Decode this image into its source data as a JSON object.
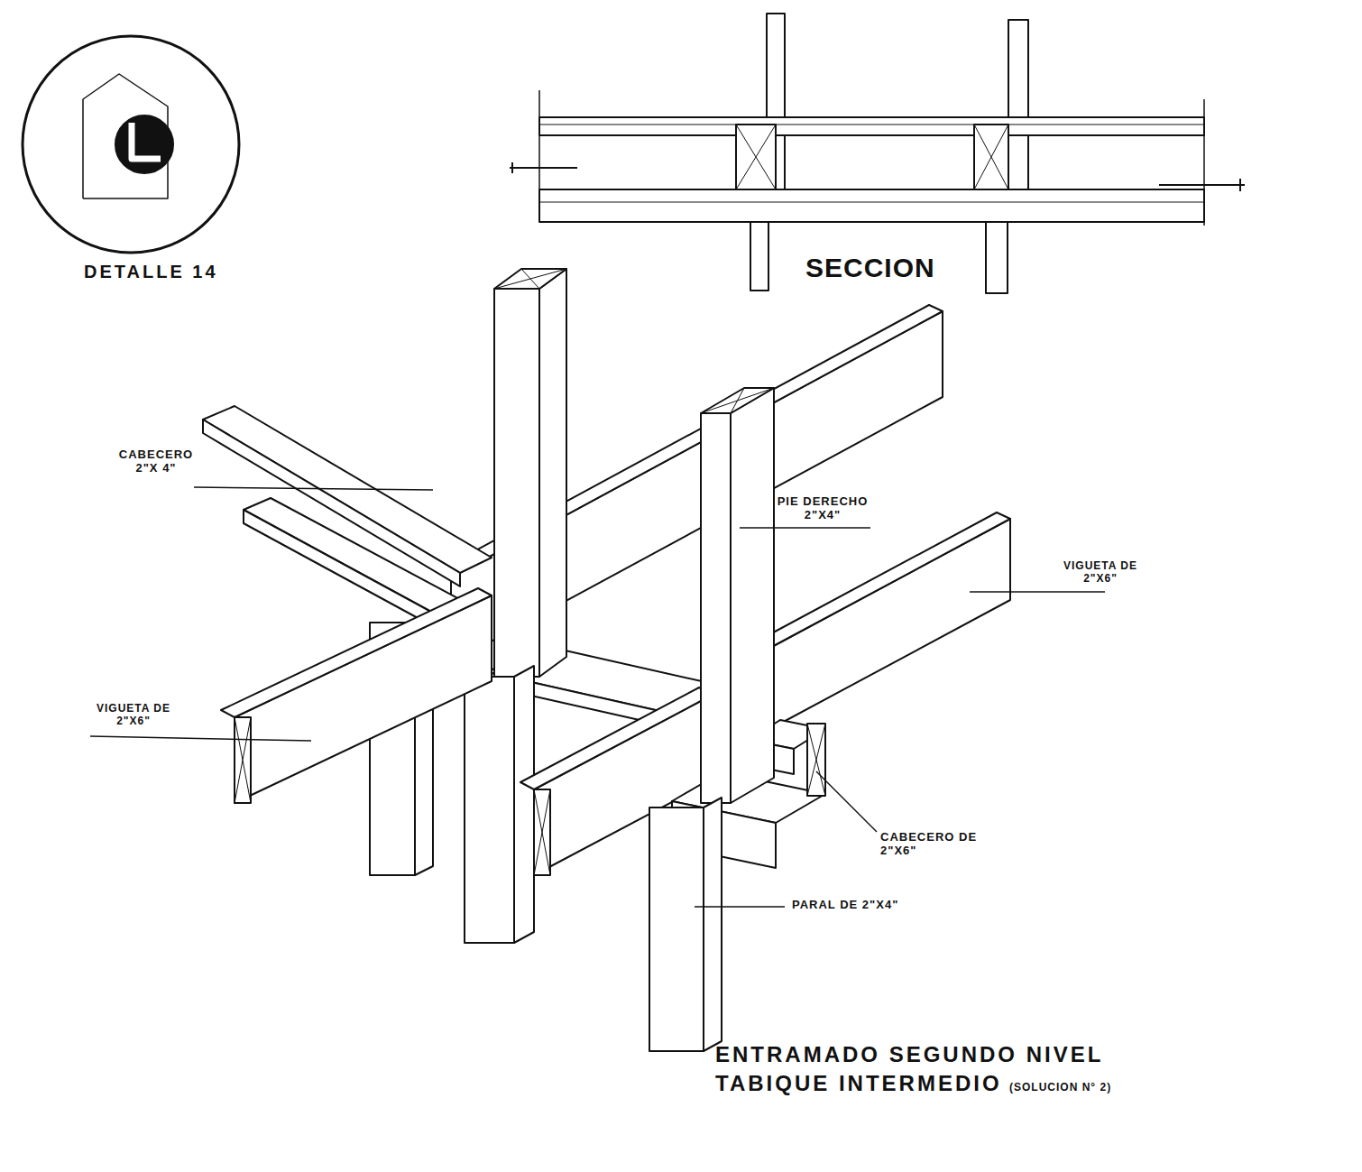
{
  "diagram": {
    "title": "ENTRAMADO SEGUNDO NIVEL TABIQUE INTERMEDIO",
    "labels": [
      "DETALLE 14",
      "SECCION",
      "CABECERO 2\"X 4\"",
      "PIE DERECHO 2\"X4\"",
      "VIGUETA DE 2\"X6\"",
      "VIGUETA DE 2\"X6\"",
      "CABECERO DE 2\"X6\"",
      "PARAL DE 2\"X4\"",
      "(SOLUCION N° 2)"
    ]
  }
}
